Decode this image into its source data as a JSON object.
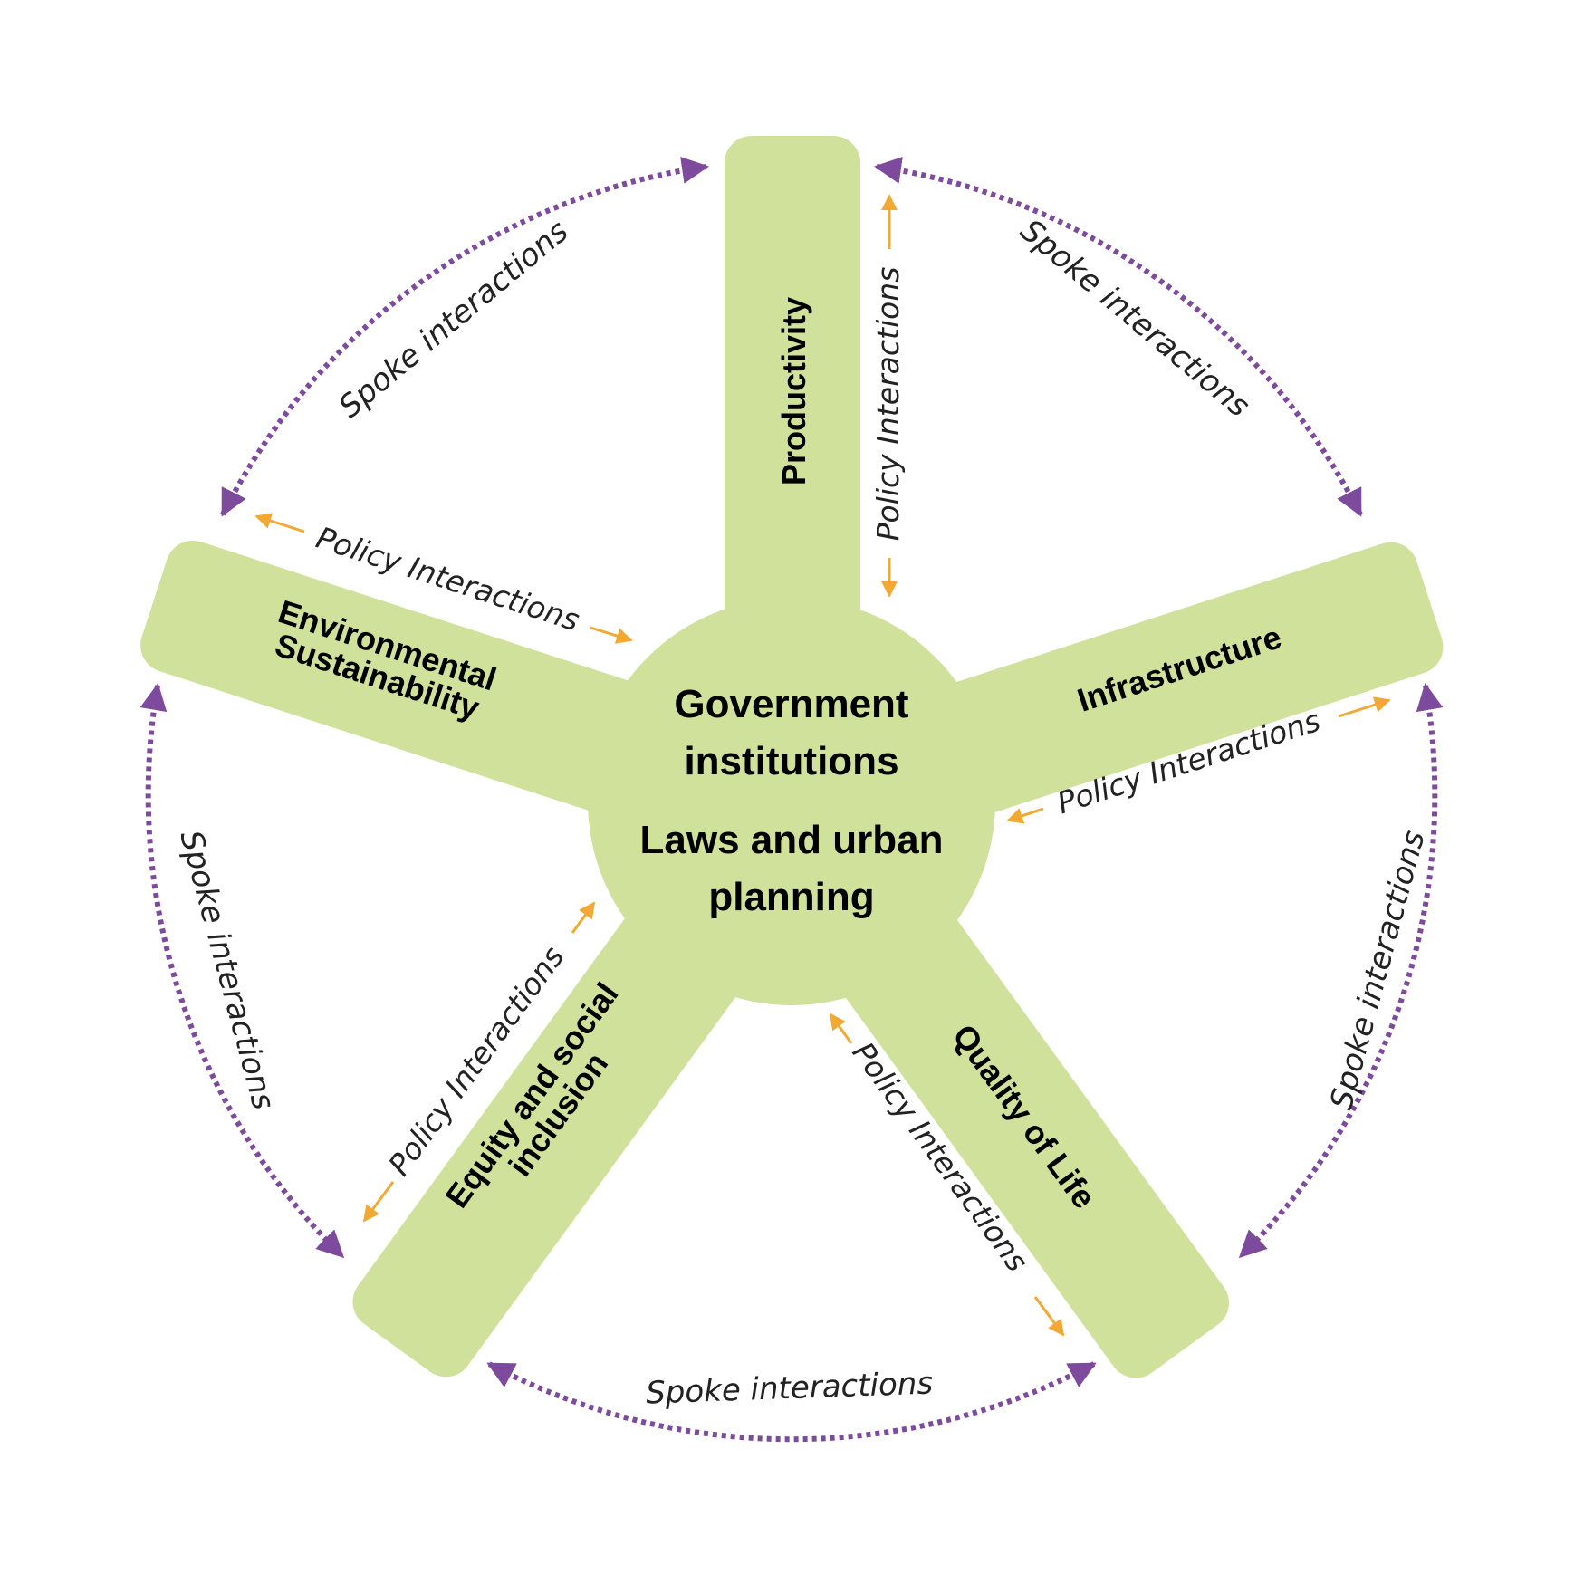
{
  "hub": {
    "line1": "Government",
    "line2": "institutions",
    "line3": "Laws and urban",
    "line4": "planning"
  },
  "spokes": {
    "productivity": "Productivity",
    "infrastructure": "Infrastructure",
    "quality_of_life": "Quality of Life",
    "equity_line1": "Equity and social",
    "equity_line2": "inclusion",
    "env_line1": "Environmental",
    "env_line2": "Sustainability"
  },
  "spoke_interactions": {
    "top_left": "Spoke interactions",
    "top_right": "Spoke interactions",
    "right": "Spoke interactions",
    "bottom": "Spoke interactions",
    "left": "Spoke interactions"
  },
  "policy_interactions": {
    "productivity": "Policy Interactions",
    "infrastructure": "Policy Interactions",
    "quality_of_life": "Policy Interactions",
    "equity": "Policy Interactions",
    "environment": "Policy Interactions"
  },
  "colors": {
    "spoke_fill": "#cfe19a",
    "spoke_arrow": "#7e4a9e",
    "policy_arrow": "#f2a934"
  }
}
